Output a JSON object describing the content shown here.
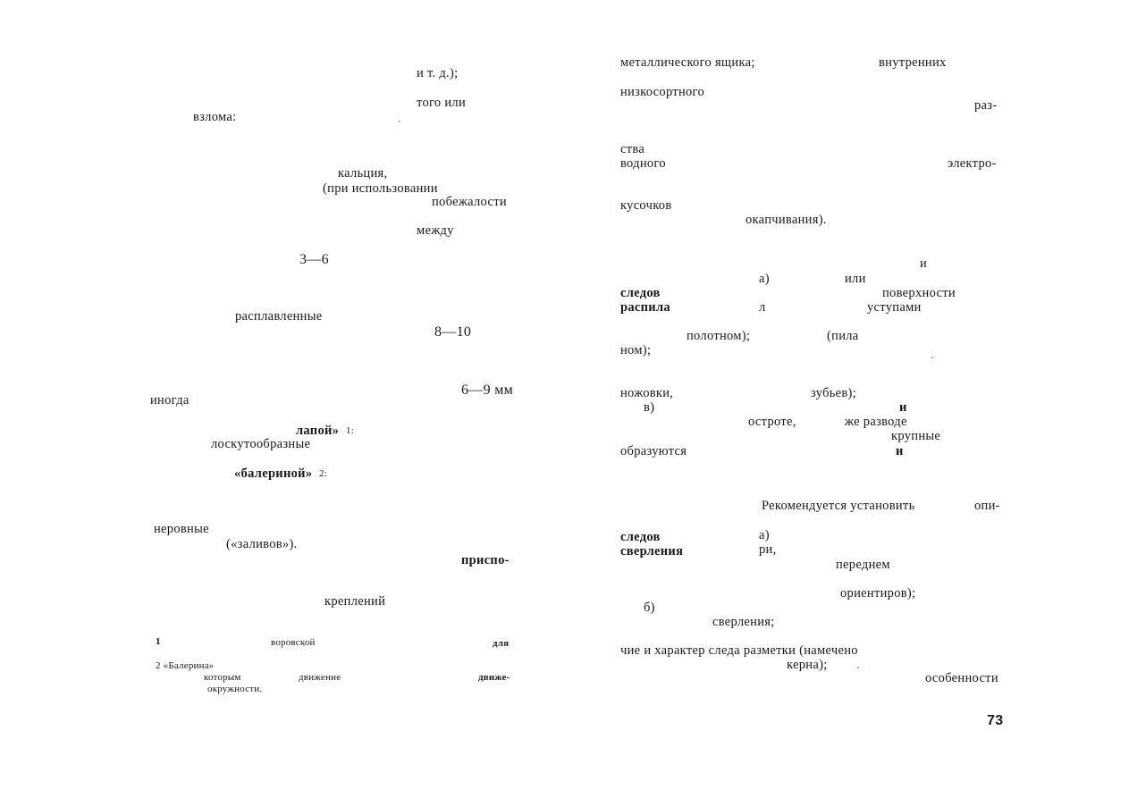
{
  "left_page": {
    "lines": [
      "и т. д.);",
      "того или",
      "взлома:",
      "кальция,",
      "(при использовании",
      "побежалости",
      "между",
      "3—6",
      "расплавленные",
      "8—10",
      "6—9 мм",
      "иногда",
      "лапой»",
      "1:",
      "лоскутообразные",
      "«балериной»",
      "2:",
      "неровные",
      "(«заливов»).",
      "приспо-",
      "креплений"
    ],
    "footnotes": [
      "1",
      "воровской",
      "для",
      "2 «Балерина»",
      "которым",
      "движение",
      "движе-",
      "окружности."
    ]
  },
  "right_page": {
    "lines": [
      "металлического ящика;",
      "внутренних",
      "низкосортного",
      "раз-",
      "ства",
      "водного",
      "электро-",
      "кусочков",
      "окапчивания).",
      "и",
      "а)",
      "или",
      "следов",
      "поверхности",
      "распила",
      "л",
      "уступами",
      "полотном);",
      "(пила",
      "ном);",
      "ножовки,",
      "зубьев);",
      "в)",
      "и",
      "остроте,",
      "же разводе",
      "крупные",
      "образуются",
      "и",
      "Рекомендуется установить",
      "опи-",
      "следов",
      "а)",
      "сверления",
      "ри,",
      "переднем",
      "ориентиров);",
      "б)",
      "сверления;",
      "чие и характер следа разметки (намечено",
      "керна);",
      "особенности"
    ],
    "page_number": "73"
  }
}
